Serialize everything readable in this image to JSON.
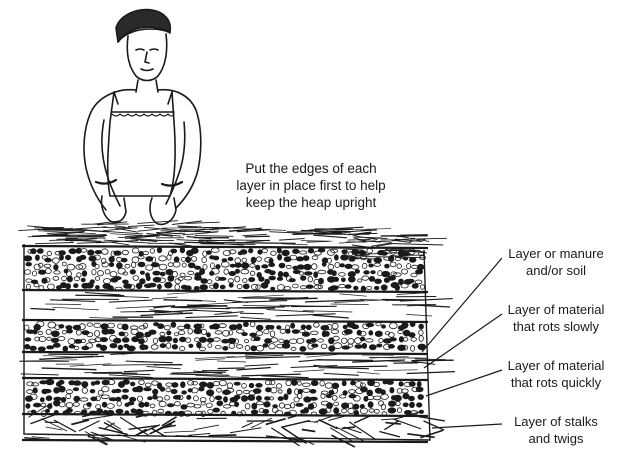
{
  "caption": {
    "line1": "Put the edges of each",
    "line2": "layer in place first to help",
    "line3": "keep the heap upright"
  },
  "labels": [
    {
      "line1": "Layer or manure",
      "line2": "and/or soil"
    },
    {
      "line1": "Layer of material",
      "line2": "that rots slowly"
    },
    {
      "line1": "Layer of material",
      "line2": "that rots quickly"
    },
    {
      "line1": "Layer of stalks",
      "line2": "and twigs"
    }
  ],
  "colors": {
    "ink": "#1a1a1a",
    "paper": "#ffffff"
  }
}
